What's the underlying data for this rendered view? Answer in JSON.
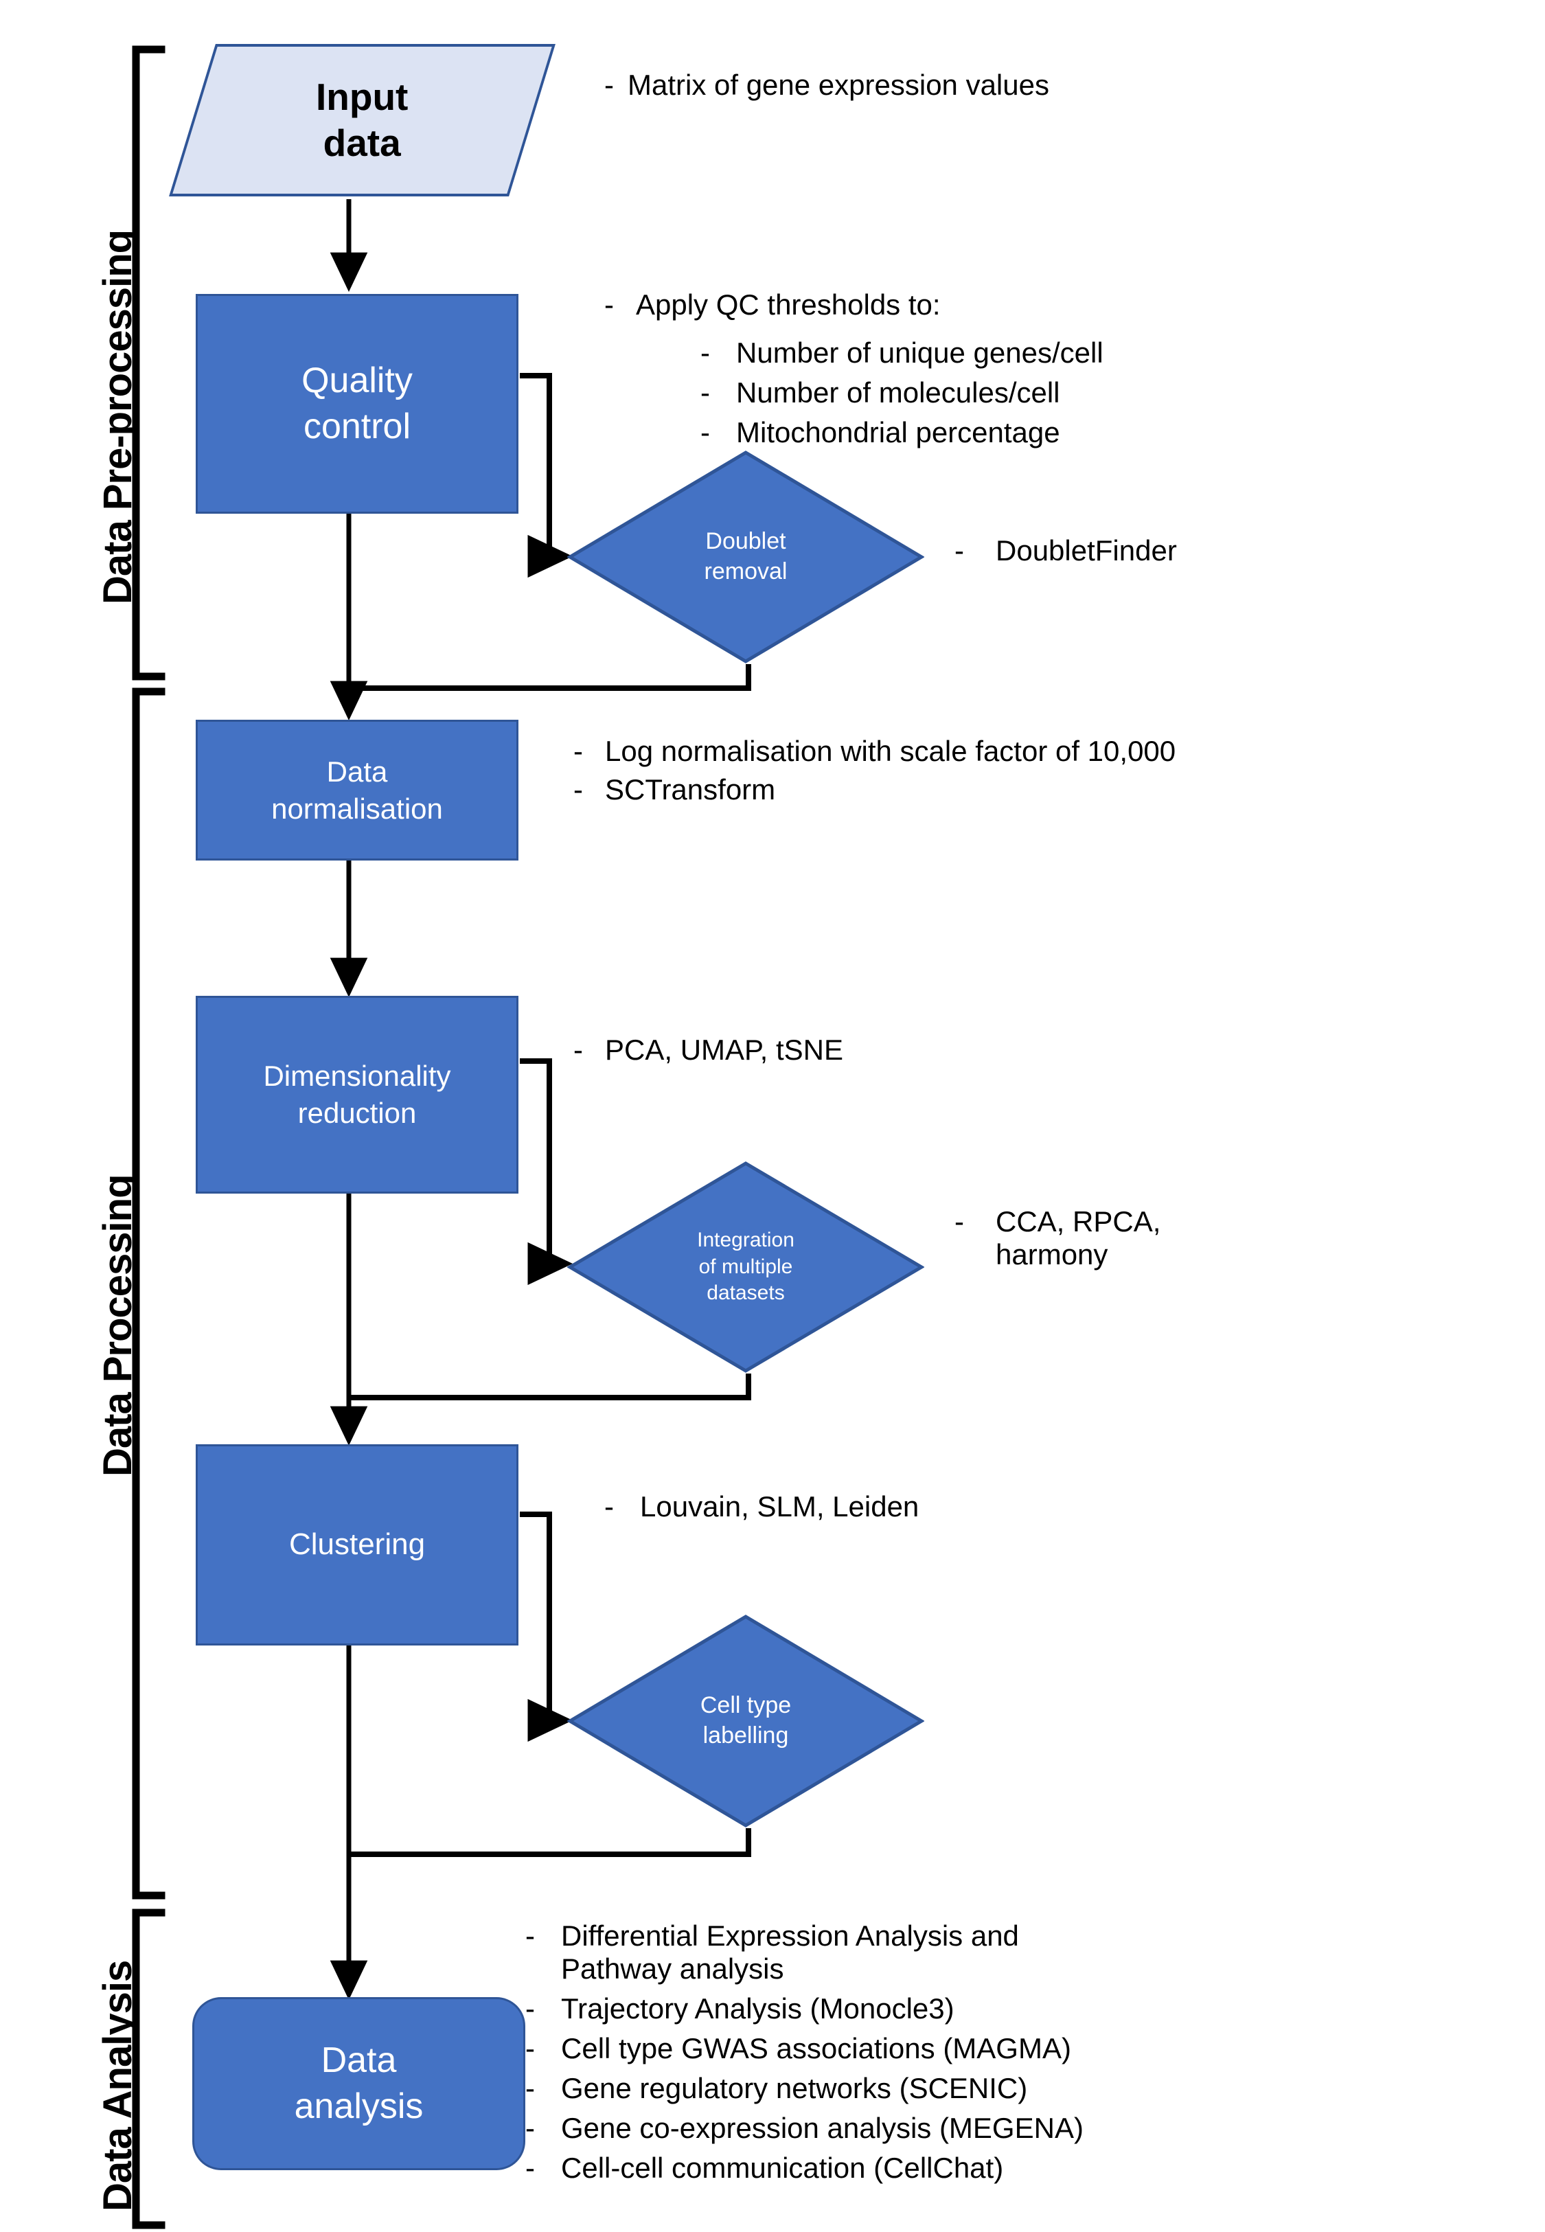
{
  "diagram": {
    "title_present": false,
    "colors": {
      "process_fill": "#4472C4",
      "process_border": "#2F5597",
      "input_fill": "#DCE3F3",
      "input_border": "#2F5597",
      "text_on_fill": "#FFFFFF",
      "text_on_page": "#000000",
      "connector": "#000000"
    },
    "stages": [
      {
        "id": "pre",
        "label": "Data Pre-processing"
      },
      {
        "id": "proc",
        "label": "Data Processing"
      },
      {
        "id": "analysis",
        "label": "Data Analysis"
      }
    ],
    "nodes": [
      {
        "id": "input",
        "shape": "parallelogram",
        "line1": "Input",
        "line2": "data"
      },
      {
        "id": "qc",
        "shape": "rect",
        "line1": "Quality",
        "line2": "control"
      },
      {
        "id": "doublet",
        "shape": "diamond",
        "line1": "Doublet",
        "line2": "removal"
      },
      {
        "id": "norm",
        "shape": "rect",
        "line1": "Data",
        "line2": "normalisation"
      },
      {
        "id": "dimred",
        "shape": "rect",
        "line1": "Dimensionality",
        "line2": "reduction"
      },
      {
        "id": "integration",
        "shape": "diamond",
        "line1": "Integration",
        "line2": "of multiple",
        "line3": "datasets"
      },
      {
        "id": "clustering",
        "shape": "rect",
        "line1": "Clustering",
        "line2": ""
      },
      {
        "id": "celltype",
        "shape": "diamond",
        "line1": "Cell type",
        "line2": "labelling"
      },
      {
        "id": "analysis",
        "shape": "rounded-rect",
        "line1": "Data",
        "line2": "analysis"
      }
    ],
    "annotations": {
      "input": [
        {
          "dash": "-",
          "text": "Matrix of gene expression values"
        }
      ],
      "qc": [
        {
          "dash": "-",
          "text": "Apply QC thresholds to:"
        }
      ],
      "qc_sub": [
        {
          "dash": "-",
          "text": "Number of unique genes/cell"
        },
        {
          "dash": "-",
          "text": "Number of molecules/cell"
        },
        {
          "dash": "-",
          "text": "Mitochondrial percentage"
        }
      ],
      "doublet": [
        {
          "dash": "-",
          "text": "DoubletFinder"
        }
      ],
      "norm": [
        {
          "dash": "-",
          "text": "Log normalisation with scale factor of 10,000"
        },
        {
          "dash": "-",
          "text": "SCTransform"
        }
      ],
      "dimred": [
        {
          "dash": "-",
          "text": "PCA, UMAP, tSNE"
        }
      ],
      "integration": [
        {
          "dash": "-",
          "text": "CCA, RPCA, harmony"
        }
      ],
      "clustering": [
        {
          "dash": "-",
          "text": "Louvain, SLM, Leiden"
        }
      ],
      "analysis": [
        {
          "dash": "-",
          "text": "Differential Expression Analysis and Pathway analysis"
        },
        {
          "dash": "-",
          "text": "Trajectory Analysis (Monocle3)"
        },
        {
          "dash": "-",
          "text": "Cell type GWAS associations (MAGMA)"
        },
        {
          "dash": "-",
          "text": "Gene regulatory networks (SCENIC)"
        },
        {
          "dash": "-",
          "text": "Gene co-expression analysis (MEGENA)"
        },
        {
          "dash": "-",
          "text": "Cell-cell communication (CellChat)"
        }
      ]
    }
  }
}
